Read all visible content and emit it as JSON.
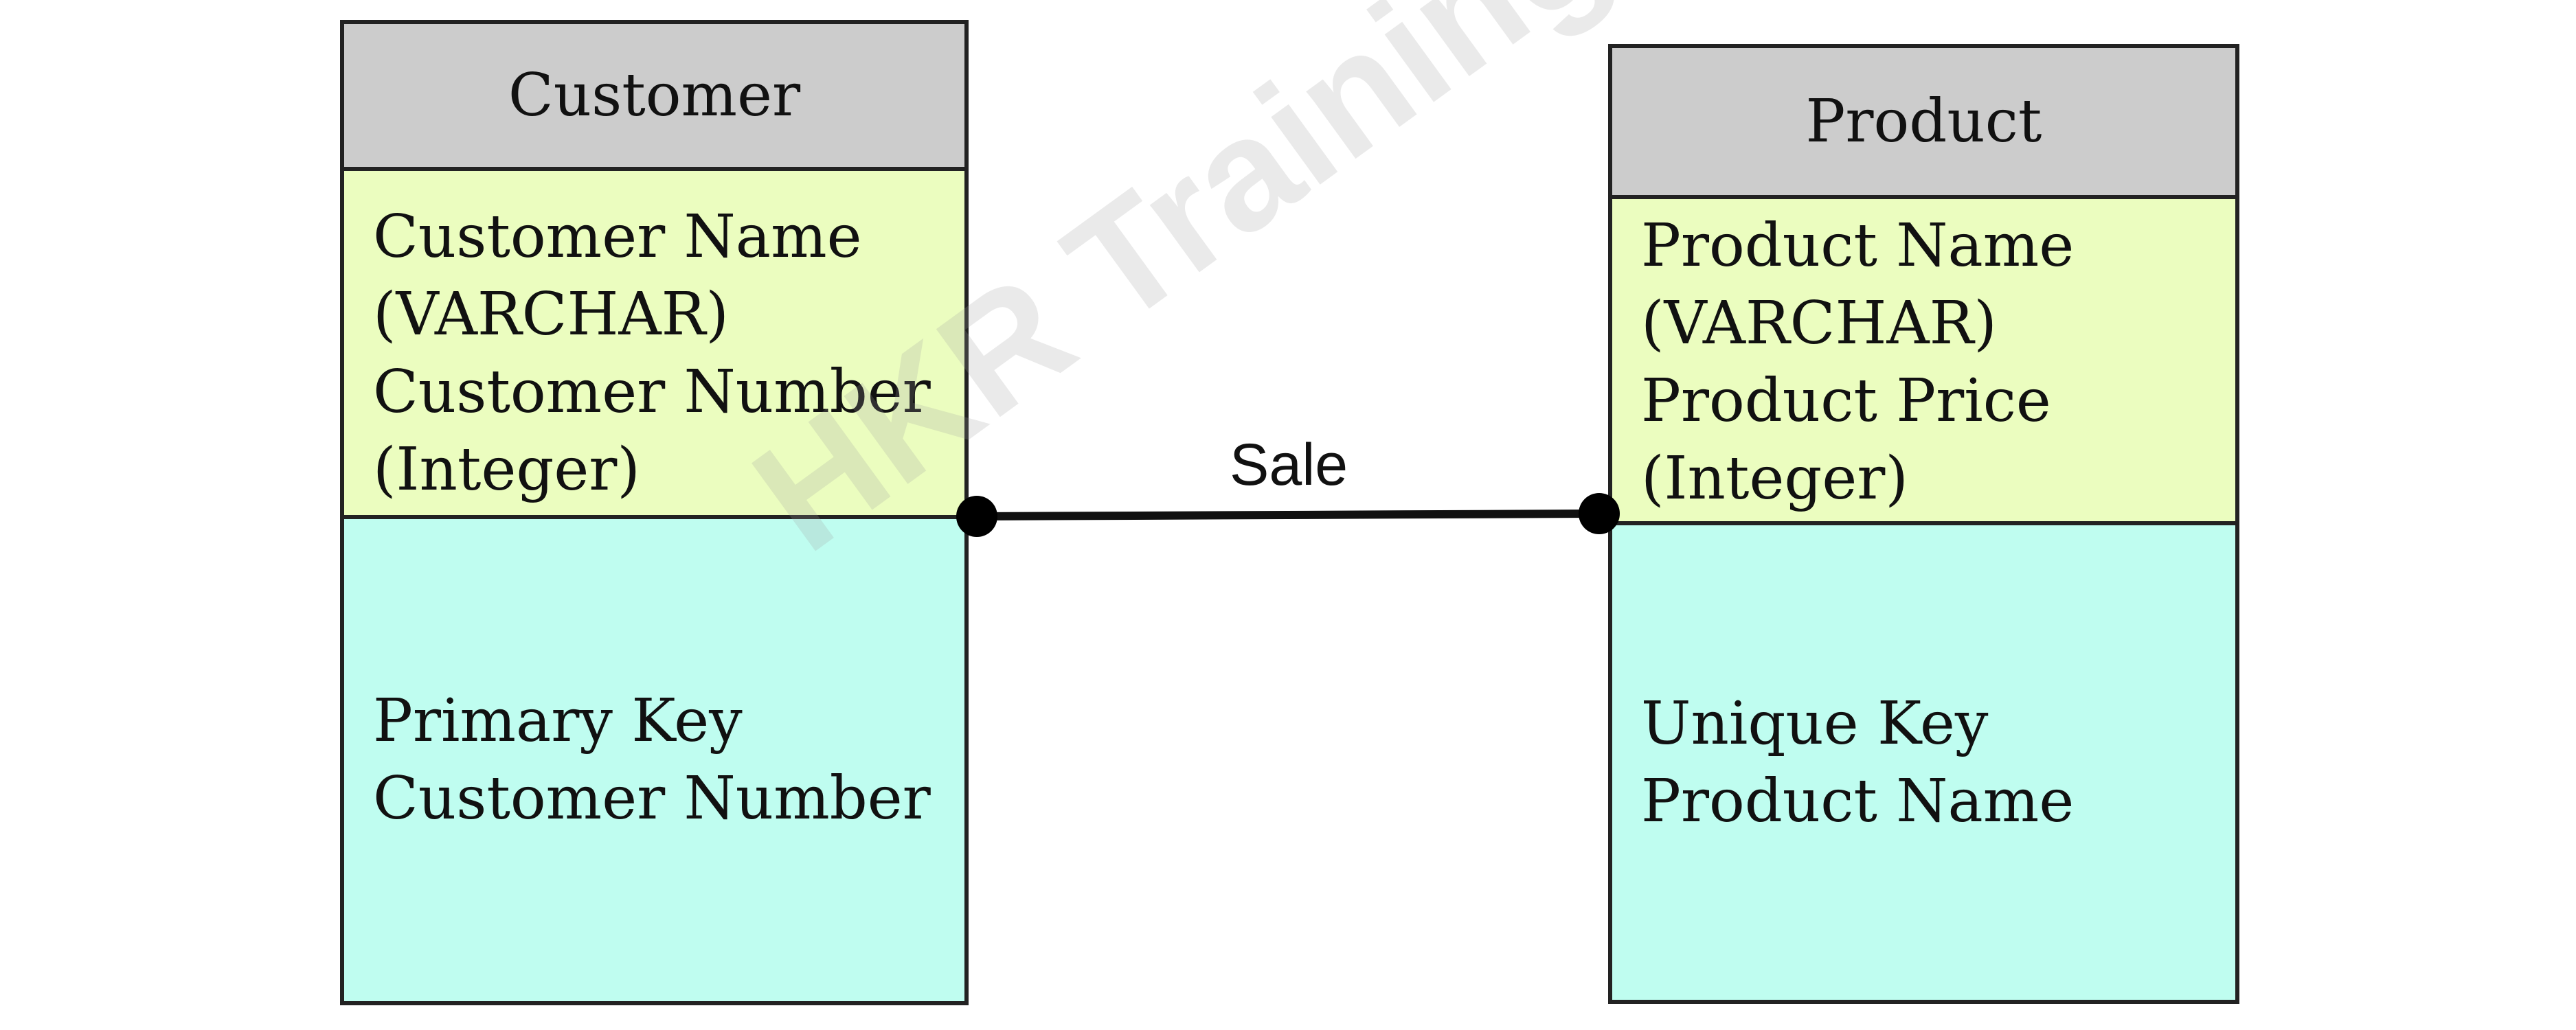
{
  "colors": {
    "header_bg": "#cccccc",
    "attributes_bg": "#ebfdbf",
    "keys_bg": "#bffdf0",
    "border": "#222222",
    "line": "#111111"
  },
  "entities": [
    {
      "name": "Customer",
      "attributes": [
        "Customer Name",
        "(VARCHAR)",
        "Customer Number",
        "(Integer)"
      ],
      "keys": [
        "Primary Key",
        "Customer Number"
      ]
    },
    {
      "name": "Product",
      "attributes": [
        "Product Name",
        "(VARCHAR)",
        "Product Price",
        "(Integer)"
      ],
      "keys": [
        "Unique Key",
        "Product Name"
      ]
    }
  ],
  "relationship": {
    "label": "Sale"
  },
  "watermark": "HKR Trainings"
}
